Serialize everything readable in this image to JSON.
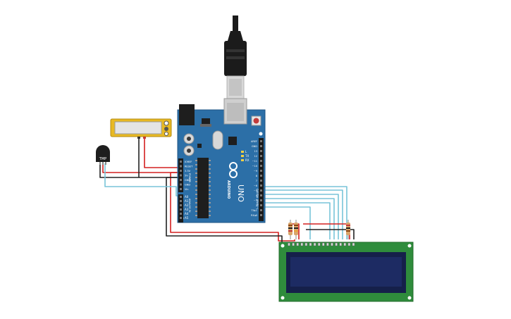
{
  "board": {
    "uno_label": "UNO",
    "brand_label": "ARDUINO",
    "digital_header_label": "DIGITAL (PWM~)",
    "power_header_label": "POWER",
    "analog_header_label": "ANALOG IN",
    "digital_pins": [
      "AREF",
      "GND",
      "13",
      "12",
      "~11",
      "~10",
      "~9",
      "8",
      "7",
      "~6",
      "~5",
      "4",
      "~3",
      "2",
      "TX▸1",
      "RX◂0"
    ],
    "power_pins": [
      "IOREF",
      "RESET",
      "3.3V",
      "5V",
      "GND",
      "GND",
      "Vin"
    ],
    "analog_pins": [
      "A0",
      "A1",
      "A2",
      "A3",
      "A4",
      "A5"
    ],
    "tx_label": "TX",
    "rx_label": "RX",
    "l_label": "L"
  },
  "sensor": {
    "label": "TMP"
  },
  "colors": {
    "board": "#2c6fa7",
    "board_dark": "#1f5584",
    "lcd_pcb": "#2f8c3c",
    "lcd_screen": "#1d2b63",
    "wire_red": "#d42020",
    "wire_black": "#222222",
    "wire_cyan": "#78c4d8",
    "resistor": "#d9a56b",
    "header_black": "#1b1b1b"
  }
}
